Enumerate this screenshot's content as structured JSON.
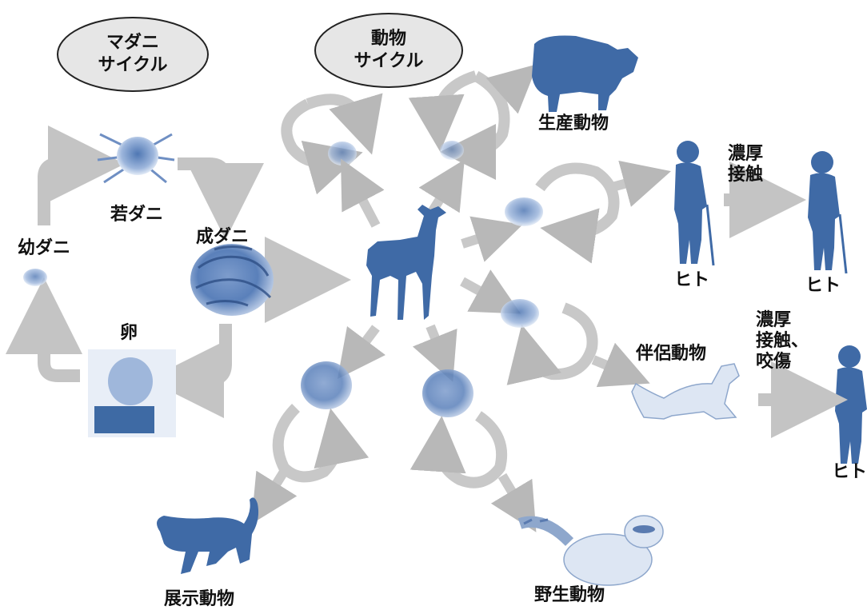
{
  "cycles": {
    "tick_cycle": [
      "マダニ",
      "サイクル"
    ],
    "animal_cycle": [
      "動物",
      "サイクル"
    ]
  },
  "tick_stages": {
    "larva": "幼ダニ",
    "nymph": "若ダニ",
    "adult": "成ダニ",
    "egg": "卵"
  },
  "hosts": {
    "livestock": "生産動物",
    "companion": "伴侶動物",
    "zoo": "展示動物",
    "wild": "野生動物",
    "human1": "ヒト",
    "human2": "ヒト",
    "human3": "ヒト"
  },
  "transmission": {
    "close_contact": [
      "濃厚",
      "接触"
    ],
    "contact_bite": [
      "濃厚",
      "接触、",
      "咬傷"
    ]
  },
  "colors": {
    "silhouette": "#3f6aa6",
    "tick_light": "#9db6dc",
    "arrow_gray": "#c4c4c4",
    "oval_fill": "#e6e6e6"
  }
}
